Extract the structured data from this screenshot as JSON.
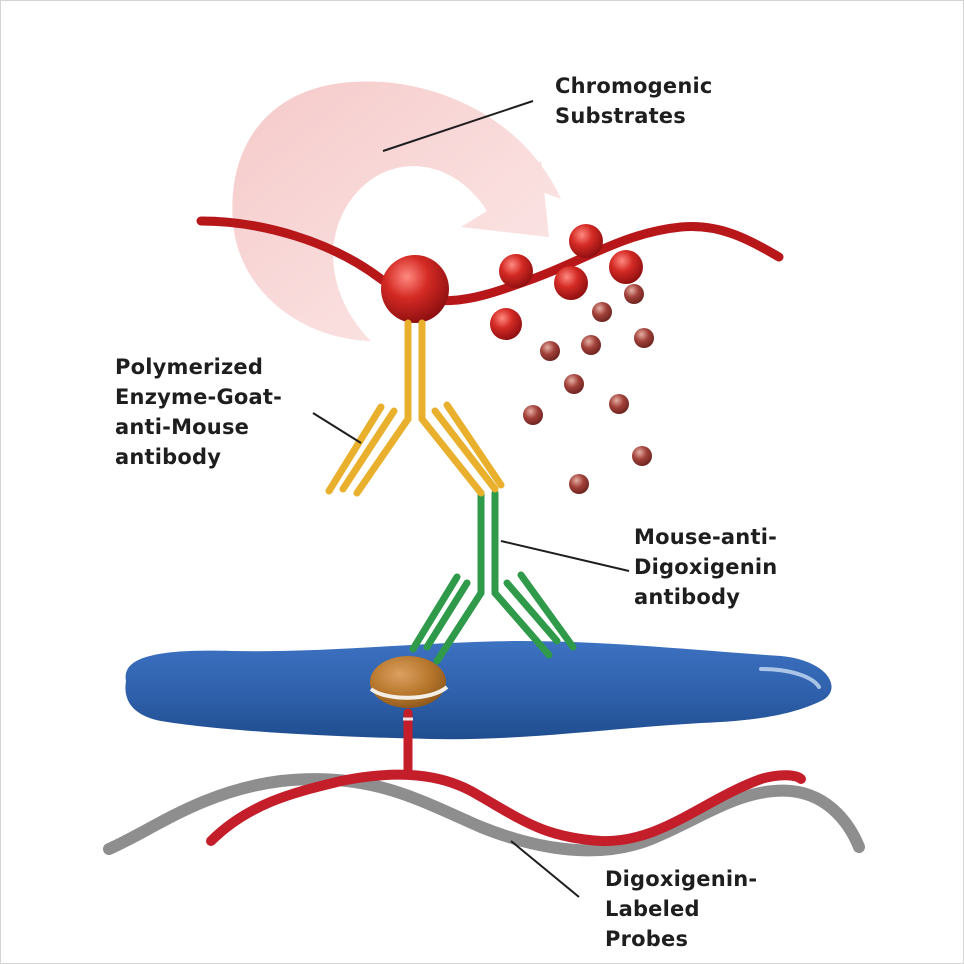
{
  "labels": {
    "chromogenic": [
      "Chromogenic",
      "Substrates"
    ],
    "polymerized": [
      "Polymerized",
      "Enzyme-Goat-",
      "anti-Mouse",
      "antibody"
    ],
    "mouse_anti": [
      "Mouse-anti-",
      "Digoxigenin",
      "antibody"
    ],
    "probes": [
      "Digoxigenin-",
      "Labeled",
      "Probes"
    ]
  },
  "colors": {
    "enzyme_red": "#c8191b",
    "arrow_pink": "#f6c5c5",
    "goat_antibody_yellow": "#e8b02c",
    "mouse_antibody_green": "#2f9a4a",
    "tissue_blue": "#2f63b0",
    "antigen_brown": "#b77a2c",
    "dna_gray": "#8c8c8c",
    "probe_red": "#c41e2a"
  }
}
